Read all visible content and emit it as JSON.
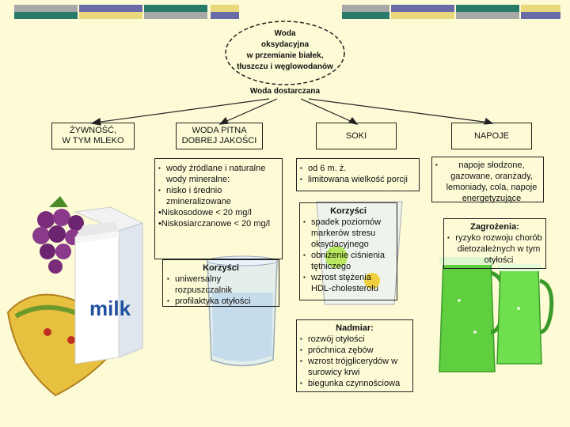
{
  "center": {
    "title_lines": [
      "Woda",
      "oksydacyjna",
      "w przemianie białek,",
      "tłuszczu i węglowodanów"
    ],
    "subtitle": "Woda dostarczana"
  },
  "categories": {
    "food": [
      "ŻYWNOŚĆ,",
      "W TYM MLEKO"
    ],
    "water": [
      "WODA PITNA",
      "DOBREJ JAKOŚCI"
    ],
    "juices": "SOKI",
    "drinks": "NAPOJE"
  },
  "water_panel": {
    "items": [
      "wody źródlane i naturalne wody mineralne:",
      "nisko i średnio zmineralizowane"
    ],
    "extra_lines": [
      "•Niskosodowe < 20 mg/l",
      "•Niskosiarczanowe < 20 mg/l"
    ],
    "benefits_title": "Korzyści",
    "benefits": [
      "uniwersalny rozpuszczalnik",
      "profilaktyka otyłości"
    ]
  },
  "juices_panel": {
    "items": [
      "od 6 m. ż.",
      "limitowana wielkość porcji"
    ],
    "benefits_title": "Korzyści",
    "benefits": [
      "spadek poziomów markerów stresu oksydacyjnego",
      "obniżenie ciśnienia tętniczego",
      "wzrost stężenia HDL-cholesterolu"
    ],
    "excess_title": "Nadmiar:",
    "excess": [
      "rozwój otyłości",
      "próchnica zębów",
      "wzrost trójglicerydów w surowicy krwi",
      "biegunka czynnościowa"
    ]
  },
  "drinks_panel": {
    "items": [
      "napoje słodzone, gazowane, oranżady, lemoniady, cola, napoje energetyzujące"
    ],
    "risk_title": "Zagrożenia:",
    "risks": [
      "ryzyko rozwoju chorób dietozależnych w tym otyłości"
    ]
  },
  "milk_label": "milk",
  "colors": {
    "background": "#fdfbd6",
    "bar_gray": "#8a8a8a",
    "bar_teal": "#2a7a6a",
    "bar_purple": "#6a6aa8",
    "bar_yellow": "#e8d87a",
    "milk_blue": "#2050a0",
    "drink_green": "#5fcf3f",
    "juice_green": "#b8e860"
  }
}
